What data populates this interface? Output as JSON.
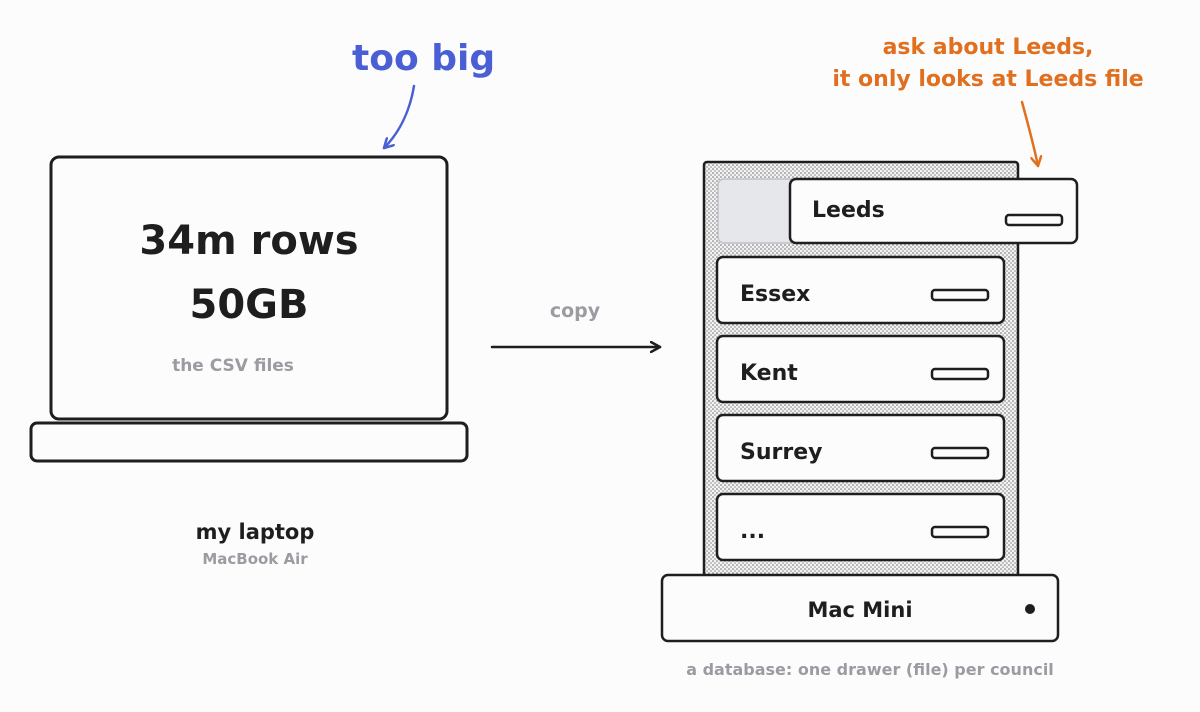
{
  "annotations": {
    "too_big": "too big",
    "leeds_note": [
      "ask about Leeds,",
      "it only looks at Leeds file"
    ]
  },
  "laptop": {
    "rows": "34m rows",
    "size": "50GB",
    "caption": "the CSV files",
    "title": "my laptop",
    "subtitle": "MacBook Air"
  },
  "copy_label": "copy",
  "database": {
    "drawers": [
      "Leeds",
      "Essex",
      "Kent",
      "Surrey",
      "..."
    ],
    "open_drawer": "Leeds",
    "base_label": "Mac Mini",
    "caption": "a database: one drawer (file) per council"
  },
  "colors": {
    "ink": "#1e1e1e",
    "muted": "#9a9ca2",
    "annotation_blue": "#4a5fd4",
    "annotation_orange": "#e07020"
  }
}
